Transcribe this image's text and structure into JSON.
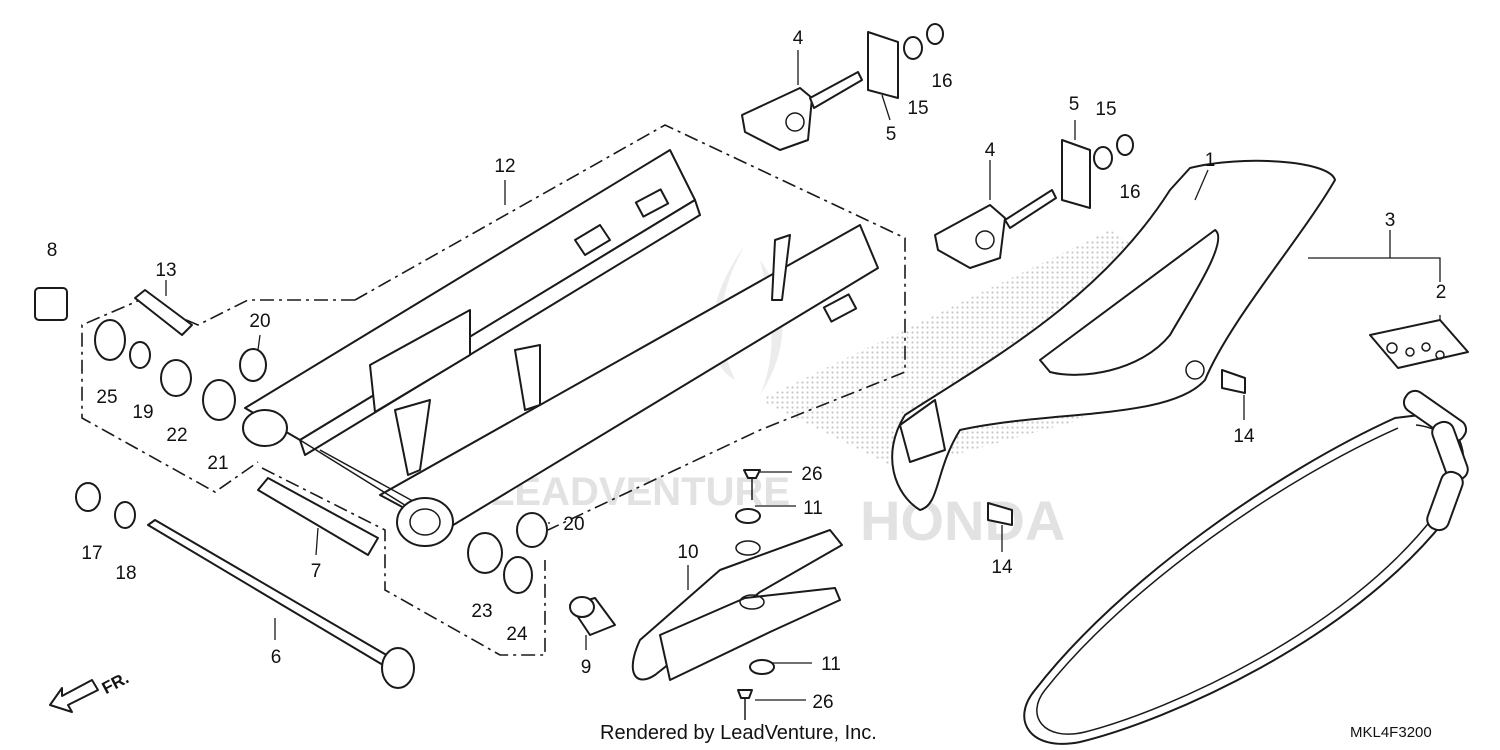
{
  "diagram": {
    "callouts": {
      "c1": "1",
      "c2": "2",
      "c3": "3",
      "c4a": "4",
      "c4b": "4",
      "c5a": "5",
      "c5b": "5",
      "c6": "6",
      "c7": "7",
      "c8": "8",
      "c9": "9",
      "c10": "10",
      "c11a": "11",
      "c11b": "11",
      "c12": "12",
      "c13": "13",
      "c14a": "14",
      "c14b": "14",
      "c15a": "15",
      "c15b": "15",
      "c16a": "16",
      "c16b": "16",
      "c17": "17",
      "c18": "18",
      "c19": "19",
      "c20a": "20",
      "c20b": "20",
      "c21": "21",
      "c22": "22",
      "c23": "23",
      "c24": "24",
      "c25": "25",
      "c26a": "26",
      "c26b": "26"
    },
    "front_arrow_label": "FR.",
    "footer_text": "Rendered by LeadVenture, Inc.",
    "diagram_code": "MKL4F3200",
    "watermark_text": "LEADVENTURE",
    "watermark_brand": "HONDA",
    "line_color": "#1a1a1a",
    "watermark_color": "#e2e2e2"
  }
}
